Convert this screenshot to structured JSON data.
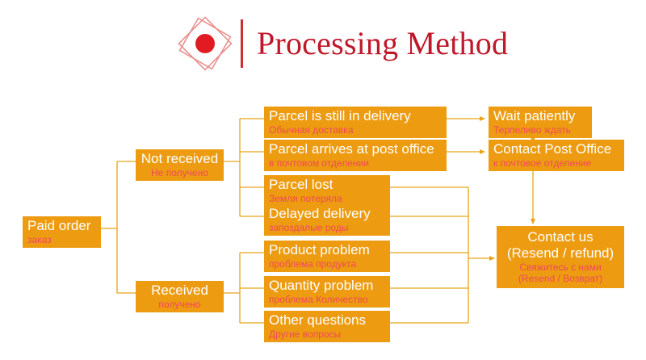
{
  "header": {
    "title": "Processing Method",
    "logo_name": "double-diamond-red-dot-logo",
    "accent_color": "#c0182b"
  },
  "colors": {
    "box_fill": "#ED9B11",
    "label_en": "#FFFFFF",
    "label_ru": "#F04A5A",
    "connector": "#E8A317"
  },
  "chart_data": {
    "type": "diagram",
    "title": "Processing Method",
    "nodes": [
      {
        "id": "paid_order",
        "en": "Paid order",
        "ru": "заказ"
      },
      {
        "id": "not_received",
        "en": "Not received",
        "ru": "Не получено"
      },
      {
        "id": "received",
        "en": "Received",
        "ru": "получено"
      },
      {
        "id": "in_delivery",
        "en": "Parcel is still in delivery",
        "ru": "Обычная доставка"
      },
      {
        "id": "post_office",
        "en": "Parcel arrives at post office",
        "ru": "в почтовом отделении"
      },
      {
        "id": "parcel_lost",
        "en": "Parcel lost",
        "ru": "Земля потеряла"
      },
      {
        "id": "delayed",
        "en": "Delayed delivery",
        "ru": "запоздалые роды"
      },
      {
        "id": "product_prob",
        "en": "Product problem",
        "ru": "проблема продукта"
      },
      {
        "id": "quantity_prob",
        "en": "Quantity problem",
        "ru": "проблема Количество"
      },
      {
        "id": "other_q",
        "en": "Other questions",
        "ru": "Другие вопросы"
      },
      {
        "id": "wait",
        "en": "Wait patiently",
        "ru": "Терпеливо ждать"
      },
      {
        "id": "contact_post",
        "en": "Contact Post Office",
        "ru": "к почтовое отделение"
      },
      {
        "id": "contact_us",
        "en": "Contact us",
        "en2": "(Resend / refund)",
        "ru": "Свяжитесь с нами",
        "ru2": "(Resend / Возврат)"
      }
    ],
    "edges": [
      {
        "from": "paid_order",
        "to": "not_received"
      },
      {
        "from": "paid_order",
        "to": "received"
      },
      {
        "from": "not_received",
        "to": "in_delivery"
      },
      {
        "from": "not_received",
        "to": "post_office"
      },
      {
        "from": "not_received",
        "to": "parcel_lost"
      },
      {
        "from": "not_received",
        "to": "delayed"
      },
      {
        "from": "received",
        "to": "product_prob"
      },
      {
        "from": "received",
        "to": "quantity_prob"
      },
      {
        "from": "received",
        "to": "other_q"
      },
      {
        "from": "in_delivery",
        "to": "wait",
        "arrow": true
      },
      {
        "from": "post_office",
        "to": "contact_post",
        "arrow": true
      },
      {
        "from": "wait",
        "to": "contact_post",
        "arrow": true
      },
      {
        "from": "contact_post",
        "to": "contact_us",
        "arrow": true
      },
      {
        "from": "parcel_lost",
        "to": "contact_us",
        "arrow": true
      },
      {
        "from": "delayed",
        "to": "contact_us",
        "arrow": true
      },
      {
        "from": "product_prob",
        "to": "contact_us",
        "arrow": true
      },
      {
        "from": "quantity_prob",
        "to": "contact_us",
        "arrow": true
      },
      {
        "from": "other_q",
        "to": "contact_us",
        "arrow": true
      }
    ]
  }
}
